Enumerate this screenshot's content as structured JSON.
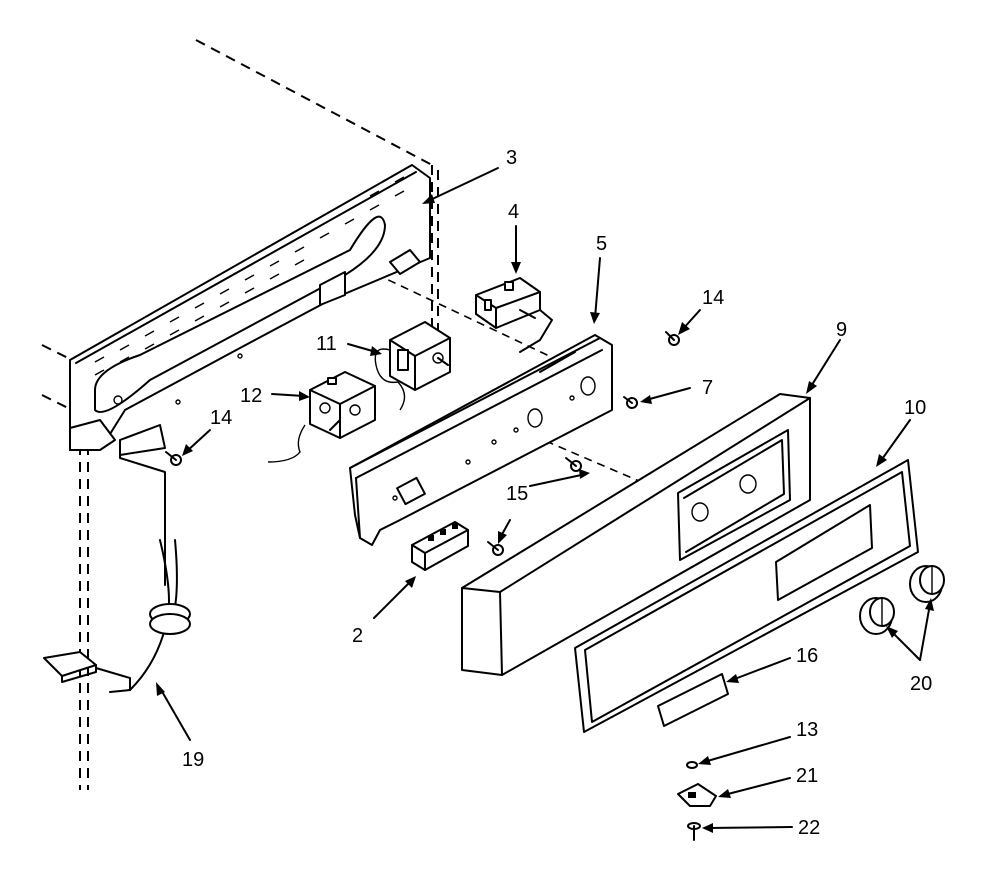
{
  "diagram": {
    "parts": [
      {
        "id": "label-3",
        "text": "3"
      },
      {
        "id": "label-4",
        "text": "4"
      },
      {
        "id": "label-5",
        "text": "5"
      },
      {
        "id": "label-14-top",
        "text": "14"
      },
      {
        "id": "label-9",
        "text": "9"
      },
      {
        "id": "label-10",
        "text": "10"
      },
      {
        "id": "label-11",
        "text": "11"
      },
      {
        "id": "label-12",
        "text": "12"
      },
      {
        "id": "label-14-left",
        "text": "14"
      },
      {
        "id": "label-7",
        "text": "7"
      },
      {
        "id": "label-15",
        "text": "15"
      },
      {
        "id": "label-2",
        "text": "2"
      },
      {
        "id": "label-16",
        "text": "16"
      },
      {
        "id": "label-20",
        "text": "20"
      },
      {
        "id": "label-13",
        "text": "13"
      },
      {
        "id": "label-21",
        "text": "21"
      },
      {
        "id": "label-22",
        "text": "22"
      },
      {
        "id": "label-19",
        "text": "19"
      }
    ]
  }
}
